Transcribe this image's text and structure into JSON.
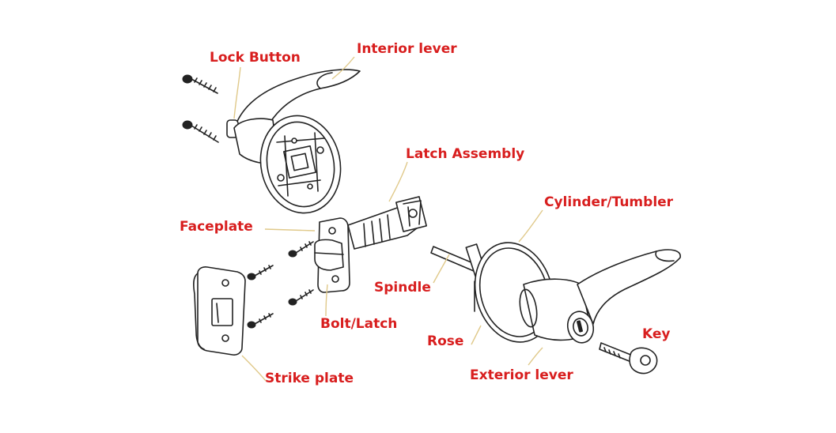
{
  "labels": {
    "lock_button": "Lock Button",
    "interior_lever": "Interior lever",
    "latch_assembly": "Latch Assembly",
    "faceplate": "Faceplate",
    "cylinder_tumbler": "Cylinder/Tumbler",
    "spindle": "Spindle",
    "bolt_latch": "Bolt/Latch",
    "key": "Key",
    "rose": "Rose",
    "exterior_lever": "Exterior lever",
    "strike_plate": "Strike plate"
  },
  "colors": {
    "label": "#d81e1e",
    "leader": "#e0c98a",
    "line_art": "#222222",
    "background": "#ffffff"
  }
}
